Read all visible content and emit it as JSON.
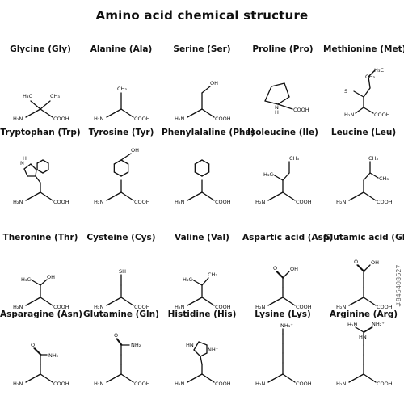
{
  "title": "Amino acid chemical structure",
  "watermark": "#845408627",
  "amino_acids": [
    {
      "name": "Glycine (Gly)",
      "atoms": [
        "H₃C",
        "CH₃",
        "H₂N",
        "COOH"
      ]
    },
    {
      "name": "Alanine (Ala)",
      "atoms": [
        "CH₃",
        "H₂N",
        "COOH"
      ]
    },
    {
      "name": "Serine (Ser)",
      "atoms": [
        "OH",
        "H₂N",
        "COOH"
      ]
    },
    {
      "name": "Proline (Pro)",
      "atoms": [
        "N",
        "H",
        "COOH"
      ]
    },
    {
      "name": "Methionine (Met)",
      "atoms": [
        "S",
        "CH₃",
        "H₃C",
        "H₂N",
        "COOH"
      ]
    },
    {
      "name": "Tryptophan (Trp)",
      "atoms": [
        "H",
        "N",
        "H₂N",
        "COOH"
      ]
    },
    {
      "name": "Tyrosine (Tyr)",
      "atoms": [
        "OH",
        "H₂N",
        "COOH"
      ]
    },
    {
      "name": "Phenylalaline (Phe)",
      "atoms": [
        "H₂N",
        "COOH"
      ]
    },
    {
      "name": "Isoleucine (Ile)",
      "atoms": [
        "H₃C",
        "CH₃",
        "H₂N",
        "COOH"
      ]
    },
    {
      "name": "Leucine (Leu)",
      "atoms": [
        "CH₃",
        "CH₃",
        "H₂N",
        "COOH"
      ]
    },
    {
      "name": "Theronine (Thr)",
      "atoms": [
        "H₃C",
        "OH",
        "H₂N",
        "COOH"
      ]
    },
    {
      "name": "Cysteine (Cys)",
      "atoms": [
        "SH",
        "H₂N",
        "COOH"
      ]
    },
    {
      "name": "Valine (Val)",
      "atoms": [
        "H₃C",
        "CH₃",
        "H₂N",
        "COOH"
      ]
    },
    {
      "name": "Aspartic acid (Asp)",
      "atoms": [
        "OH",
        "O",
        "H₂N",
        "COOH"
      ]
    },
    {
      "name": "Glutamic acid (Glu)",
      "atoms": [
        "OH",
        "O",
        "H₂N",
        "COOH"
      ]
    },
    {
      "name": "Asparagine (Asn)",
      "atoms": [
        "NH₂",
        "O",
        "H₂N",
        "COOH"
      ]
    },
    {
      "name": "Glutamine (Gln)",
      "atoms": [
        "NH₂",
        "O",
        "H₂N",
        "COOH"
      ]
    },
    {
      "name": "Histidine (His)",
      "atoms": [
        "HN",
        "NH⁺",
        "H₂N",
        "COOH"
      ]
    },
    {
      "name": "Lysine (Lys)",
      "atoms": [
        "NH₃⁺",
        "H₂N",
        "COOH"
      ]
    },
    {
      "name": "Arginine (Arg)",
      "atoms": [
        "H₂N",
        "NH₂⁺",
        "HN",
        "H₂N",
        "COOH"
      ]
    }
  ]
}
